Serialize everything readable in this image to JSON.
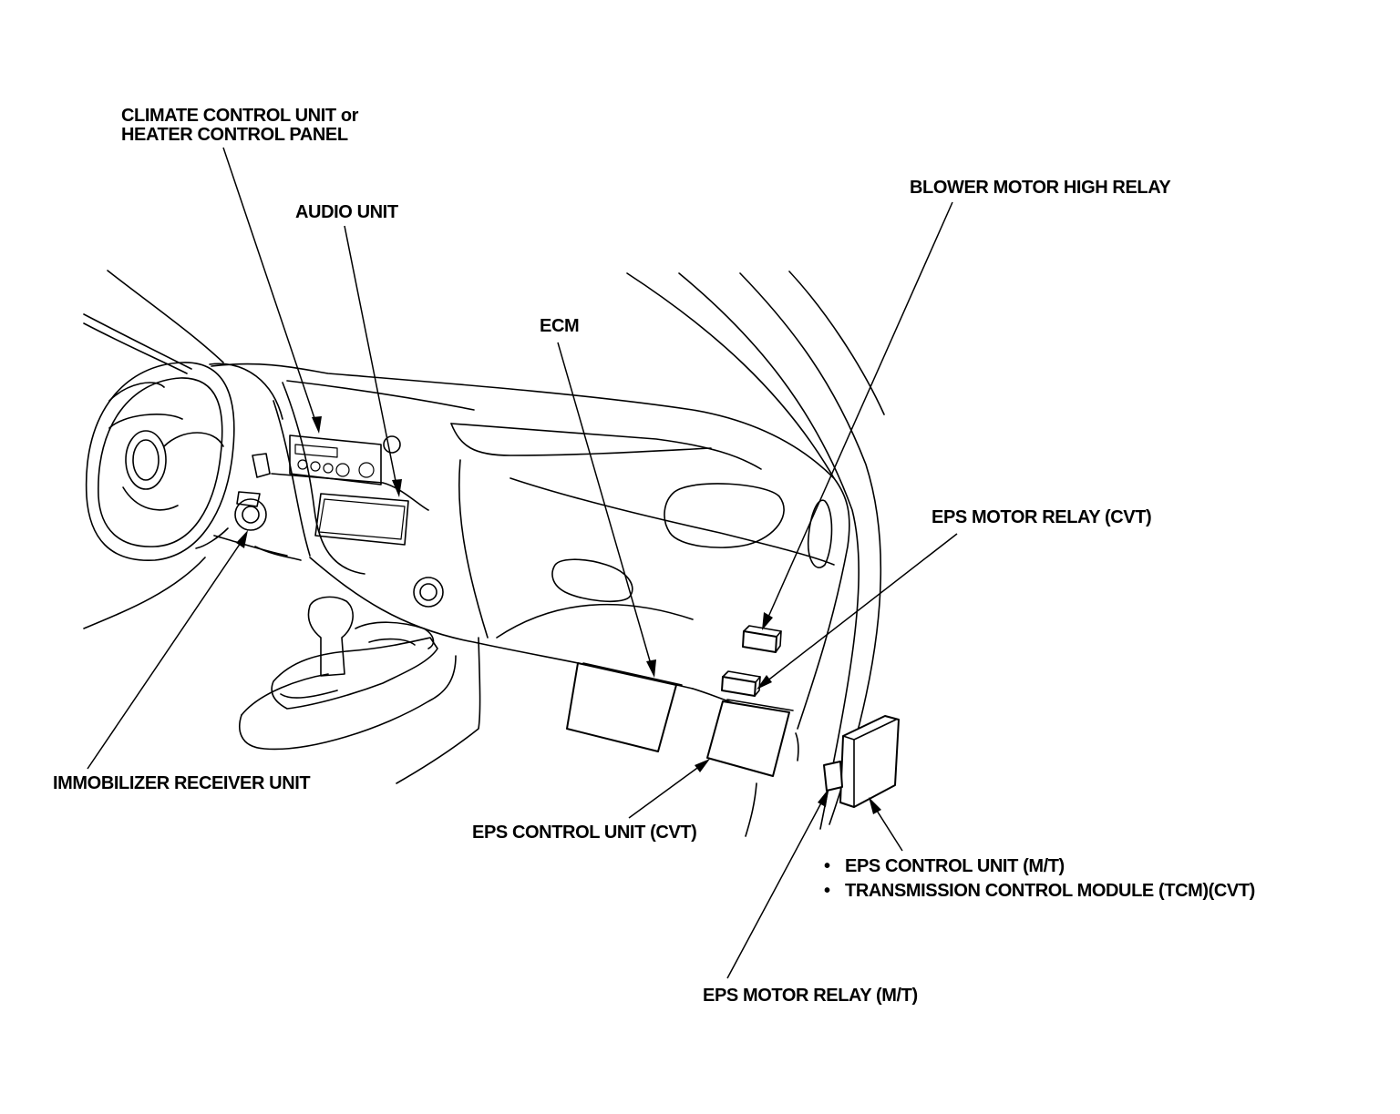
{
  "labels": {
    "climate_line1": "CLIMATE CONTROL UNIT or",
    "climate_line2": "HEATER CONTROL PANEL",
    "audio_unit": "AUDIO UNIT",
    "ecm": "ECM",
    "blower_motor_high_relay": "BLOWER MOTOR HIGH RELAY",
    "eps_motor_relay_cvt": "EPS MOTOR RELAY (CVT)",
    "immobilizer_receiver_unit": "IMMOBILIZER RECEIVER UNIT",
    "eps_control_unit_cvt": "EPS CONTROL UNIT (CVT)",
    "eps_control_unit_mt": "EPS CONTROL UNIT (M/T)",
    "tcm_cvt": "TRANSMISSION CONTROL MODULE (TCM)(CVT)",
    "eps_motor_relay_mt": "EPS MOTOR RELAY (M/T)"
  },
  "bullet": "•"
}
